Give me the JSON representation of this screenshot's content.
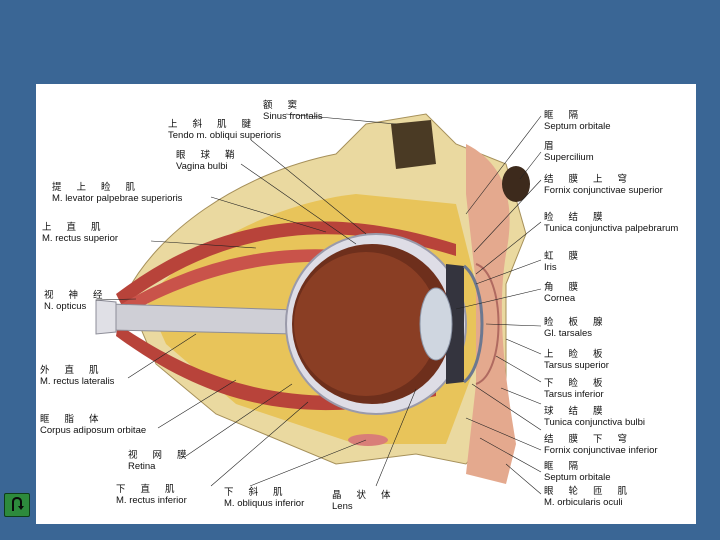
{
  "labels": {
    "sinus_frontalis": {
      "zh": "额 窦",
      "la": "Sinus frontalis"
    },
    "tendo_obliqui": {
      "zh": "上 斜 肌 腱",
      "la": "Tendo m. obliqui superioris"
    },
    "vagina_bulbi": {
      "zh": "眼 球 鞘",
      "la": "Vagina bulbi"
    },
    "levator": {
      "zh": "提 上 睑 肌",
      "la": "M. levator palpebrae superioris"
    },
    "rectus_superior": {
      "zh": "上 直 肌",
      "la": "M. rectus superior"
    },
    "opticus": {
      "zh": "视 神 经",
      "la": "N. opticus"
    },
    "rectus_lateralis": {
      "zh": "外 直 肌",
      "la": "M. rectus lateralis"
    },
    "corpus_adiposum": {
      "zh": "眶 脂 体",
      "la": "Corpus adiposum orbitae"
    },
    "retina": {
      "zh": "视 网 膜",
      "la": "Retina"
    },
    "rectus_inferior": {
      "zh": "下 直 肌",
      "la": "M. rectus inferior"
    },
    "obliquus_inferior": {
      "zh": "下 斜 肌",
      "la": "M. obliquus inferior"
    },
    "lens": {
      "zh": "晶 状 体",
      "la": "Lens"
    },
    "septum_orbitale_top": {
      "zh": "眶 隔",
      "la": "Septum orbitale"
    },
    "supercilium": {
      "zh": "眉",
      "la": "Supercilium"
    },
    "fornix_superior": {
      "zh": "结 膜 上 穹",
      "la": "Fornix conjunctivae superior"
    },
    "tunica_palpebrarum": {
      "zh": "睑 结 膜",
      "la": "Tunica conjunctiva palpebrarum"
    },
    "iris": {
      "zh": "虹 膜",
      "la": "Iris"
    },
    "cornea": {
      "zh": "角 膜",
      "la": "Cornea"
    },
    "gl_tarsales": {
      "zh": "睑 板 腺",
      "la": "Gl. tarsales"
    },
    "tarsus_superior": {
      "zh": "上 睑 板",
      "la": "Tarsus superior"
    },
    "tarsus_inferior": {
      "zh": "下 睑 板",
      "la": "Tarsus inferior"
    },
    "tunica_bulbi": {
      "zh": "球 结 膜",
      "la": "Tunica conjunctiva bulbi"
    },
    "fornix_inferior": {
      "zh": "结 膜 下 穹",
      "la": "Fornix conjunctivae inferior"
    },
    "septum_orbitale_bottom": {
      "zh": "眶 隔",
      "la": "Septum orbitale"
    },
    "orbicularis": {
      "zh": "眼 轮 匝 肌",
      "la": "M. orbicularis oculi"
    }
  },
  "nav": {
    "return_icon": "u-turn-arrow-icon"
  },
  "colors": {
    "background": "#3a6695",
    "muscle": "#b8433a",
    "fat": "#e8c45a",
    "bone": "#e9dca0",
    "button": "#2d8a3c"
  }
}
